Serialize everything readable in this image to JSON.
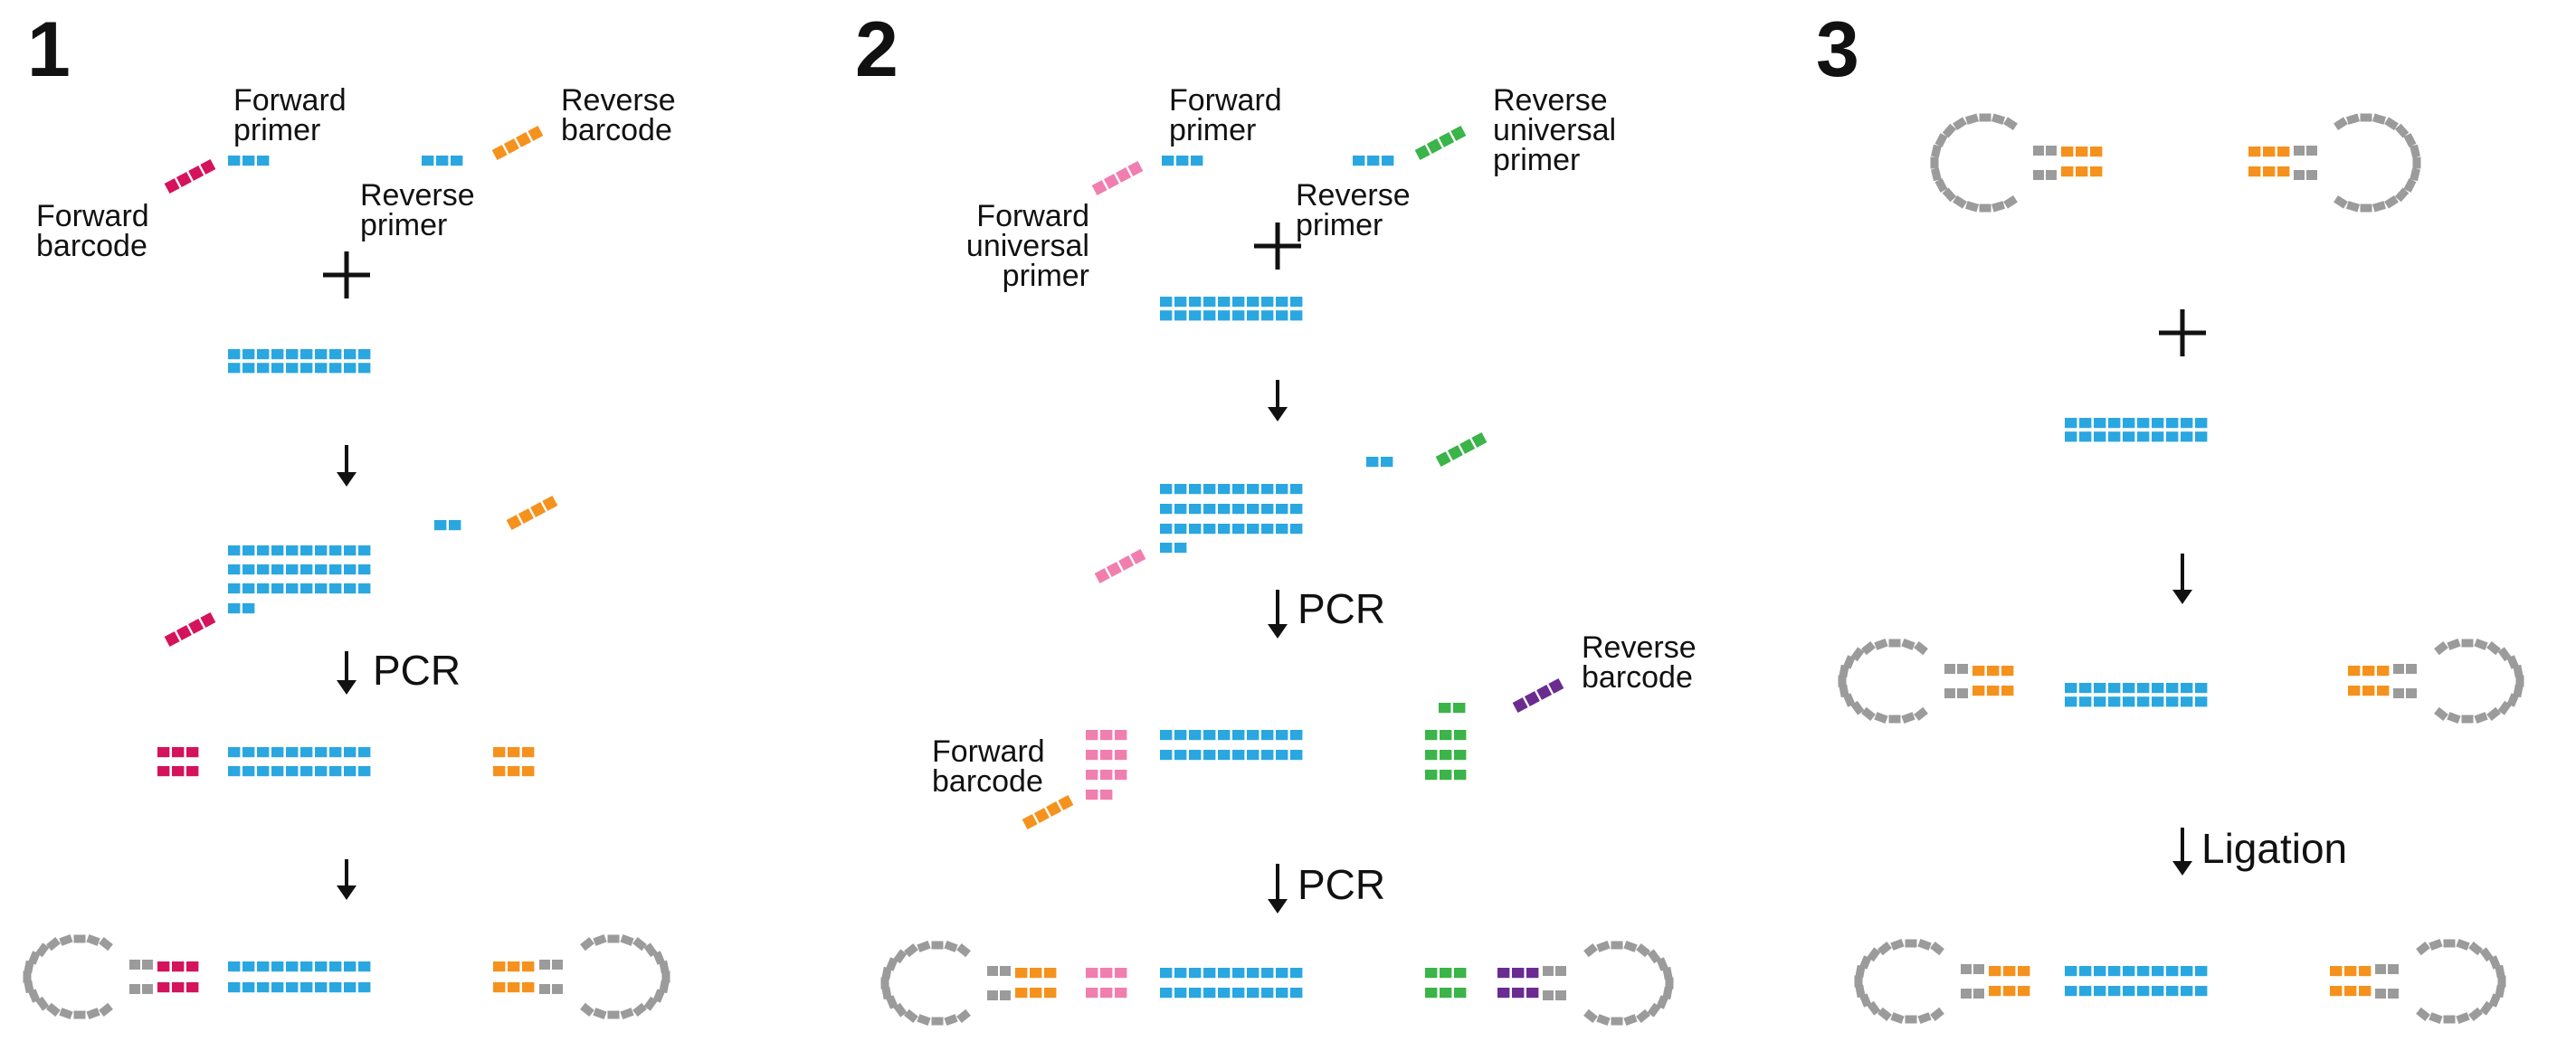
{
  "colors": {
    "dna": "#2aa7e0",
    "forward_barcode_p1": "#d4135c",
    "barcode": "#f5921e",
    "forward_universal": "#f07fb0",
    "reverse_universal": "#3bb449",
    "reverse_barcode_p2": "#6a2c91",
    "adapter": "#9b9b9b",
    "ink": "#111111"
  },
  "panels": [
    {
      "number": "1",
      "labels": {
        "forward_primer": "Forward\nprimer",
        "forward_barcode": "Forward\nbarcode",
        "reverse_primer": "Reverse\nprimer",
        "reverse_barcode": "Reverse\nbarcode",
        "step_pcr": "PCR"
      }
    },
    {
      "number": "2",
      "labels": {
        "forward_primer": "Forward\nprimer",
        "forward_universal_primer": "Forward\nuniversal\nprimer",
        "reverse_primer": "Reverse\nprimer",
        "reverse_universal_primer": "Reverse\nuniversal\nprimer",
        "step_pcr_1": "PCR",
        "forward_barcode": "Forward\nbarcode",
        "reverse_barcode": "Reverse\nbarcode",
        "step_pcr_2": "PCR"
      }
    },
    {
      "number": "3",
      "labels": {
        "step_ligation": "Ligation"
      }
    }
  ]
}
